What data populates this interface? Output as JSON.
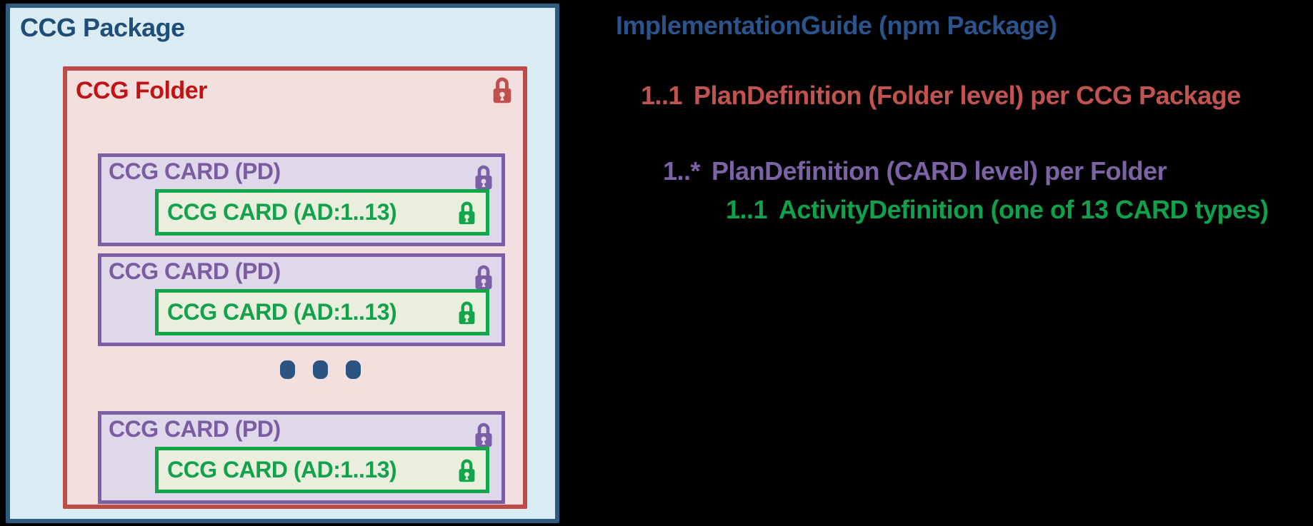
{
  "package": {
    "title": "CCG Package"
  },
  "folder": {
    "title": "CCG Folder"
  },
  "cards": [
    {
      "label": "CCG CARD (PD)",
      "ad_label": "CCG CARD (AD:1..13)"
    },
    {
      "label": "CCG CARD (PD)",
      "ad_label": "CCG CARD (AD:1..13)"
    },
    {
      "label": "CCG CARD (PD)",
      "ad_label": "CCG CARD (AD:1..13)"
    }
  ],
  "ellipsis": {
    "dot_count": 3,
    "color": "#2B5580"
  },
  "legend": {
    "lines": [
      {
        "cardinality": "",
        "text": "ImplementationGuide (npm Package)",
        "color": "#2A548B"
      },
      {
        "cardinality": "1..1",
        "text": "PlanDefinition (Folder level) per CCG Package",
        "color": "#C35350"
      },
      {
        "cardinality": "1..*",
        "text": "PlanDefinition (CARD level) per Folder",
        "color": "#7D62A6"
      },
      {
        "cardinality": "1..1",
        "text": "ActivityDefinition (one of 13 CARD types)",
        "color": "#0FA24C"
      }
    ]
  },
  "colors": {
    "background": "#000000",
    "package_fill": "#D9EBF3",
    "package_border": "#2E5B80",
    "package_title": "#1F4E79",
    "folder_fill": "#F2DFDE",
    "folder_border": "#BE4B48",
    "folder_title": "#C01414",
    "folder_lock": "#C0504D",
    "card_fill": "#DED8EA",
    "card_border": "#7A5FA5",
    "card_label": "#7A5CA3",
    "ad_fill": "#E9EFDC",
    "ad_border": "#12A64B",
    "ad_label": "#13A24C"
  }
}
